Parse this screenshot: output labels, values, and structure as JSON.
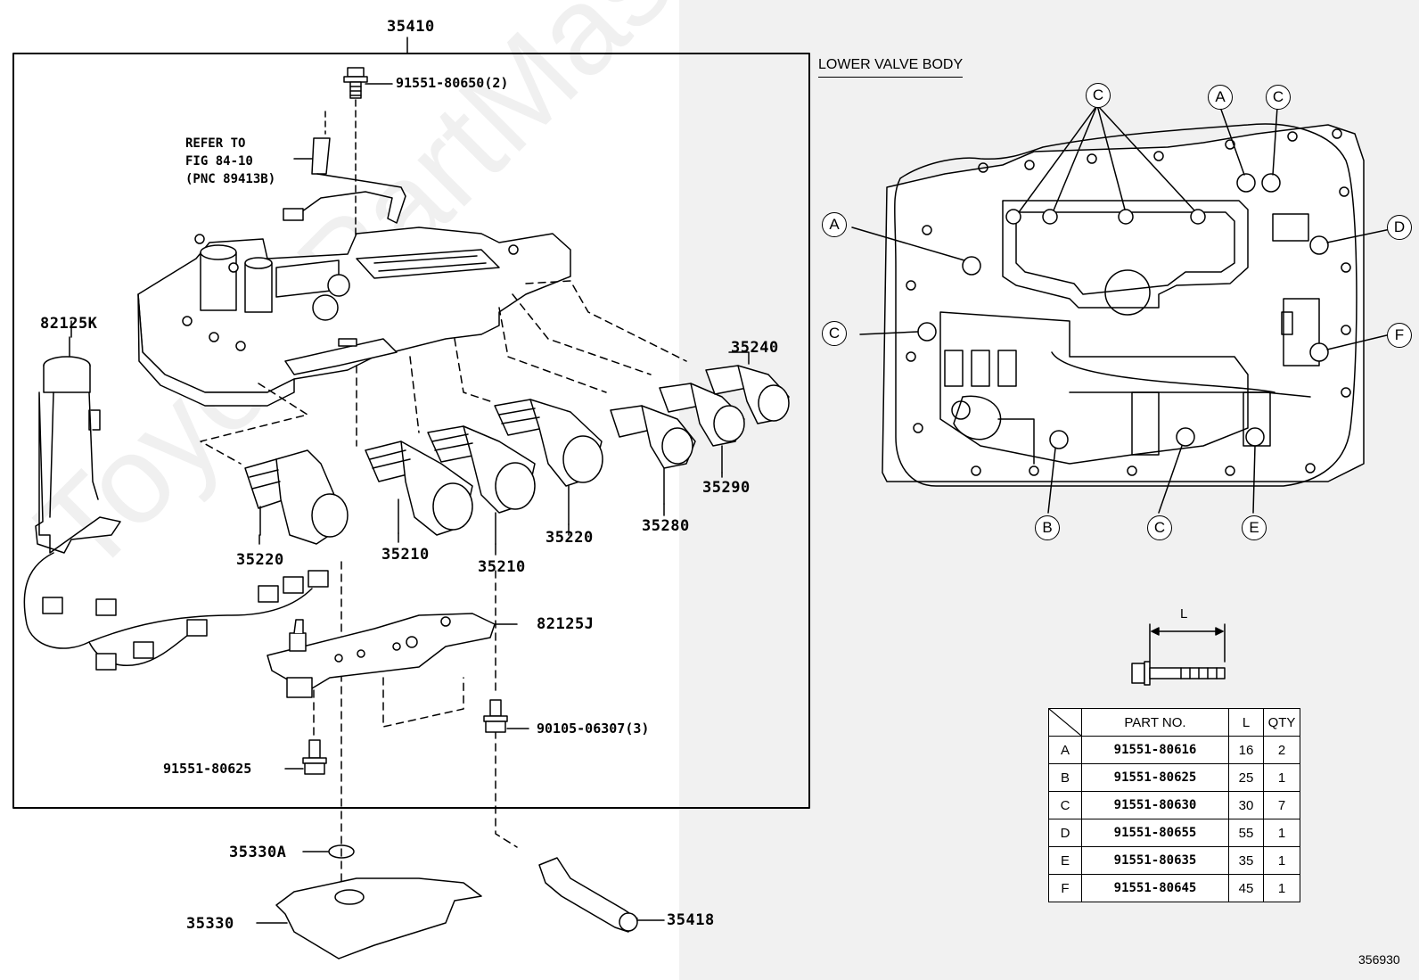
{
  "watermark": "ToyotaPartMaster.ru",
  "assembly_label": "35410",
  "refer_note": "REFER TO\nFIG 84-10\n(PNC 89413B)",
  "section_title": "LOWER VALVE BODY",
  "figure_number": "356930",
  "part_labels": {
    "bolt_top": "91551-80650(2)",
    "harness_82125K": "82125K",
    "sol_35240": "35240",
    "sol_35290": "35290",
    "sol_35280": "35280",
    "sol_35220_right": "35220",
    "sol_35210_right": "35210",
    "sol_35210_left": "35210",
    "sol_35220_left": "35220",
    "plate_82125J": "82125J",
    "bolt_90105": "90105-06307(3)",
    "bolt_91551_80625": "91551-80625",
    "gasket_35330A": "35330A",
    "strainer_35330": "35330",
    "connector_35418": "35418"
  },
  "callouts": {
    "c_top1": "C",
    "a_top": "A",
    "c_top2": "C",
    "a_left": "A",
    "d_right": "D",
    "c_left": "C",
    "f_right": "F",
    "b_bottom": "B",
    "c_bottom": "C",
    "e_bottom": "E"
  },
  "bolt_dimension_label": "L",
  "bolt_table": {
    "headers": [
      "",
      "PART NO.",
      "L",
      "QTY"
    ],
    "rows": [
      {
        "key": "A",
        "part_no": "91551-80616",
        "L": "16",
        "qty": "2"
      },
      {
        "key": "B",
        "part_no": "91551-80625",
        "L": "25",
        "qty": "1"
      },
      {
        "key": "C",
        "part_no": "91551-80630",
        "L": "30",
        "qty": "7"
      },
      {
        "key": "D",
        "part_no": "91551-80655",
        "L": "55",
        "qty": "1"
      },
      {
        "key": "E",
        "part_no": "91551-80635",
        "L": "35",
        "qty": "1"
      },
      {
        "key": "F",
        "part_no": "91551-80645",
        "L": "45",
        "qty": "1"
      }
    ]
  }
}
